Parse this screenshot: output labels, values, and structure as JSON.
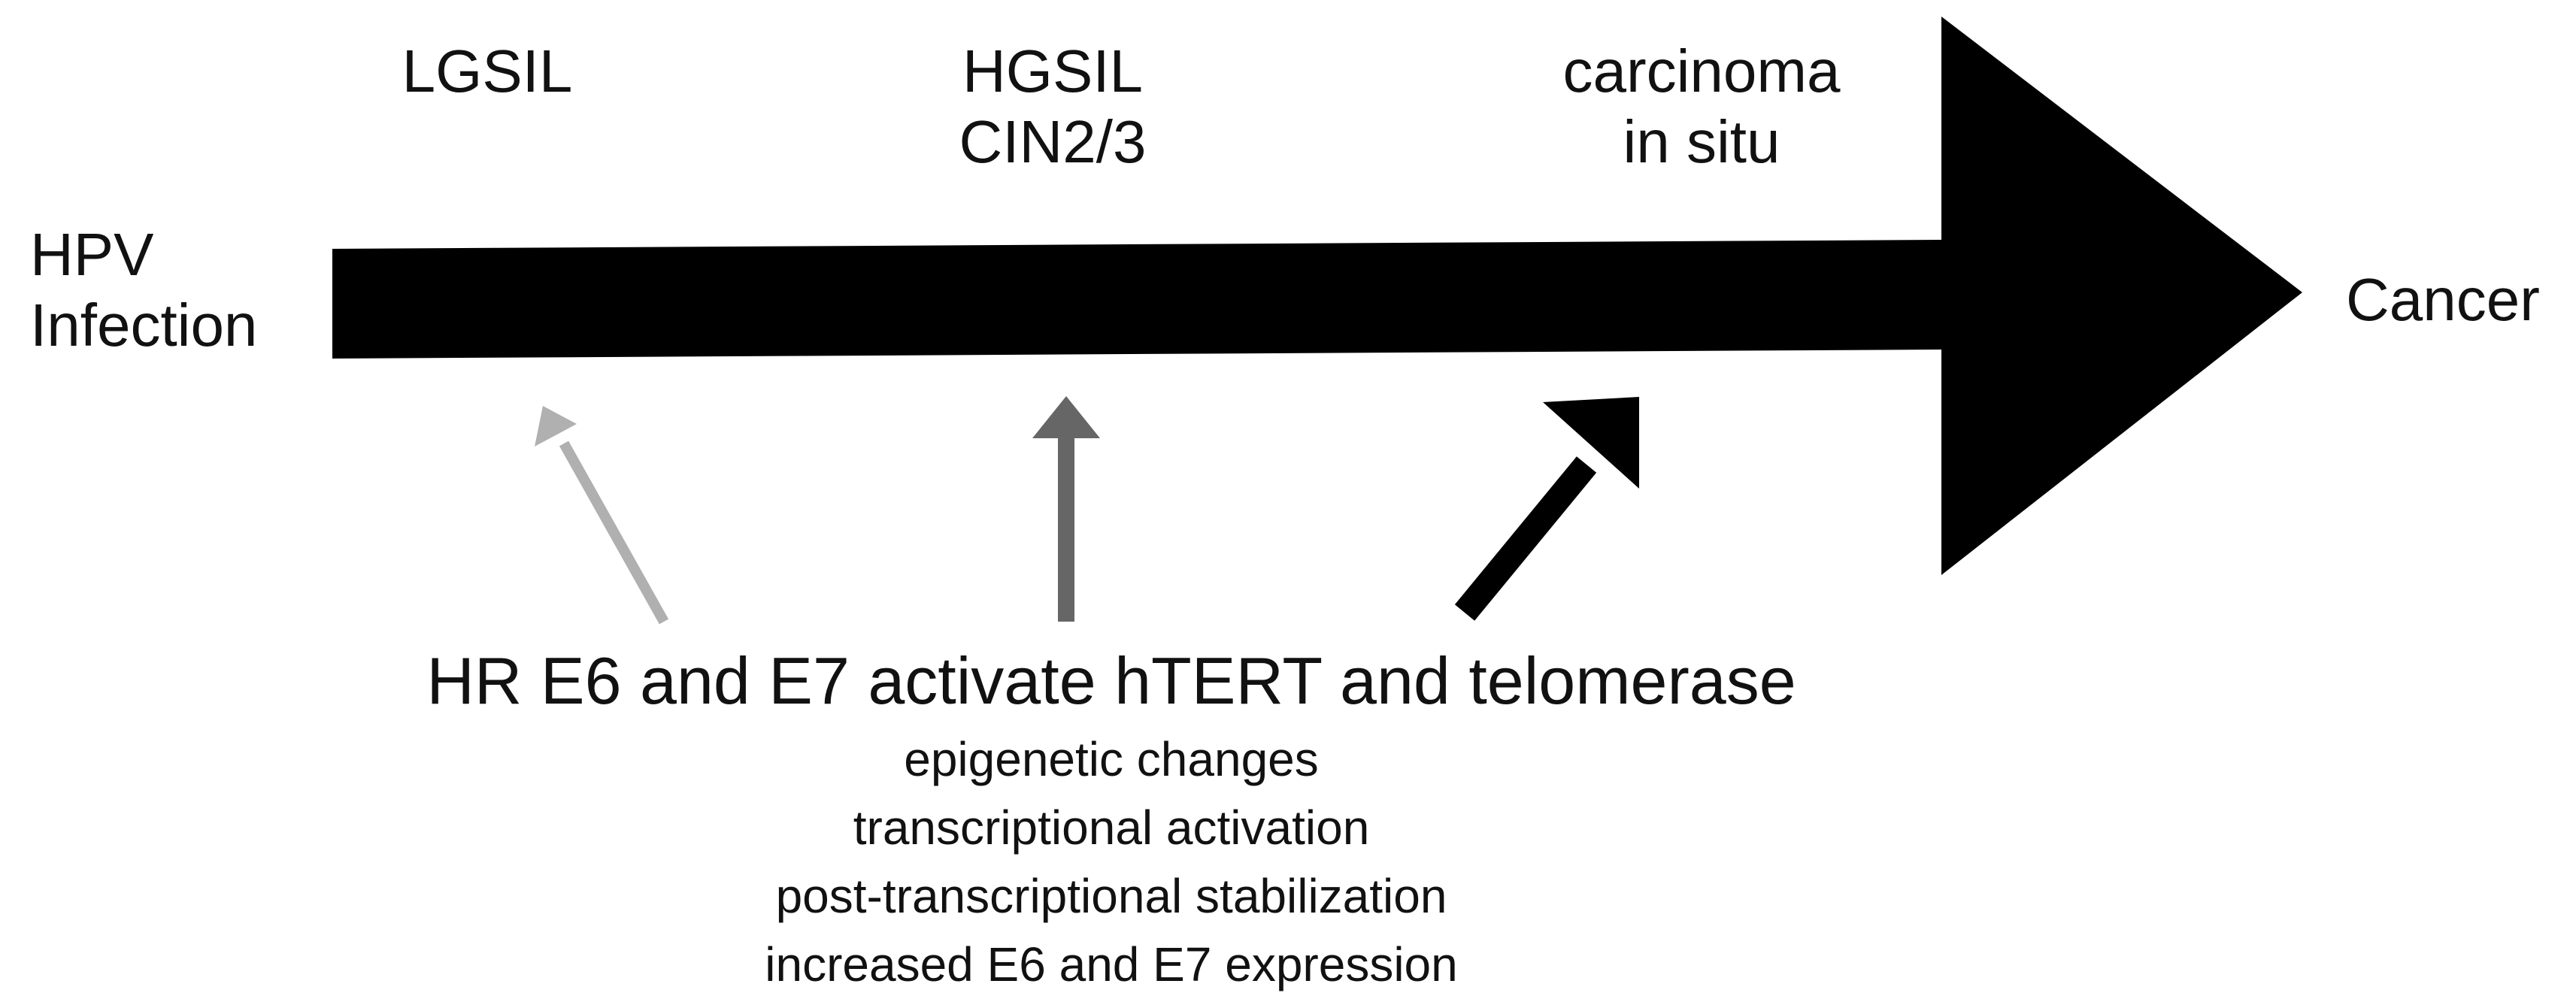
{
  "diagram": {
    "start_label": [
      "HPV",
      "Infection"
    ],
    "end_label": "Cancer",
    "stages": [
      {
        "lines": [
          "LGSIL"
        ]
      },
      {
        "lines": [
          "HGSIL",
          "CIN2/3"
        ]
      },
      {
        "lines": [
          "carcinoma",
          "in situ"
        ]
      }
    ],
    "mechanism": {
      "title": "HR E6 and E7 activate hTERT and telomerase",
      "details": [
        "epigenetic changes",
        "transcriptional activation",
        "post-transcriptional stabilization",
        "increased E6 and E7 expression"
      ]
    },
    "colors": {
      "main_arrow": "#000000",
      "arrow_light": "#b0b0b0",
      "arrow_medium": "#666666",
      "arrow_dark": "#000000",
      "text": "#111111"
    }
  }
}
